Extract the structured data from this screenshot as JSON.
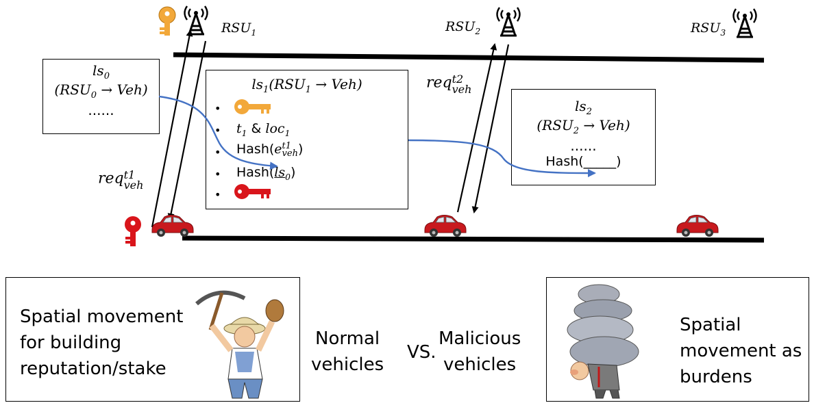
{
  "rsu": [
    {
      "base": "RSU",
      "sub": "1"
    },
    {
      "base": "RSU",
      "sub": "2"
    },
    {
      "base": "RSU",
      "sub": "3"
    }
  ],
  "box0": {
    "title_base": "ls",
    "title_sub": "0",
    "line2_pre": "(",
    "line2_base": "RSU",
    "line2_sub": "0",
    "line2_post": " → Veh)",
    "dots": "......"
  },
  "box1": {
    "title_base": "ls",
    "title_sub": "1",
    "title_mid": "(",
    "title_base2": "RSU",
    "title_sub2": "1",
    "title_post": " → Veh)",
    "bullet": "•",
    "item_t_base": "t",
    "item_t_sub": "1",
    "item_amp": " & ",
    "item_loc_base": "loc",
    "item_loc_sub": "1",
    "hash_label": "Hash(",
    "hash_e_base": "e",
    "hash_e_sub": "veh",
    "hash_e_sup": "t1",
    "hash_close": ")",
    "hash2_label": "Hash(",
    "hash2_ls_base": "ls",
    "hash2_ls_sub": "0",
    "hash2_close": ")"
  },
  "box2": {
    "title_base": "ls",
    "title_sub": "2",
    "line2_pre": "(",
    "line2_base": "RSU",
    "line2_sub": "2",
    "line2_post": " → Veh)",
    "dots": "......",
    "hash": "Hash(_____)"
  },
  "req1": {
    "base": "req",
    "sub": "veh",
    "sup": "t1"
  },
  "req2": {
    "base": "req",
    "sub": "veh",
    "sup": "t2"
  },
  "bottom": {
    "left_text": [
      "Spatial movement",
      "for building",
      "reputation/stake"
    ],
    "normal": [
      "Normal",
      "vehicles"
    ],
    "vs": "VS.",
    "malicious": [
      "Malicious",
      "vehicles"
    ],
    "right_text": [
      "Spatial",
      "movement as",
      "burdens"
    ]
  },
  "colors": {
    "gold_key": "#F2A83A",
    "red_key": "#D9151B",
    "car": "#C8191E",
    "flow": "#4472C4"
  }
}
